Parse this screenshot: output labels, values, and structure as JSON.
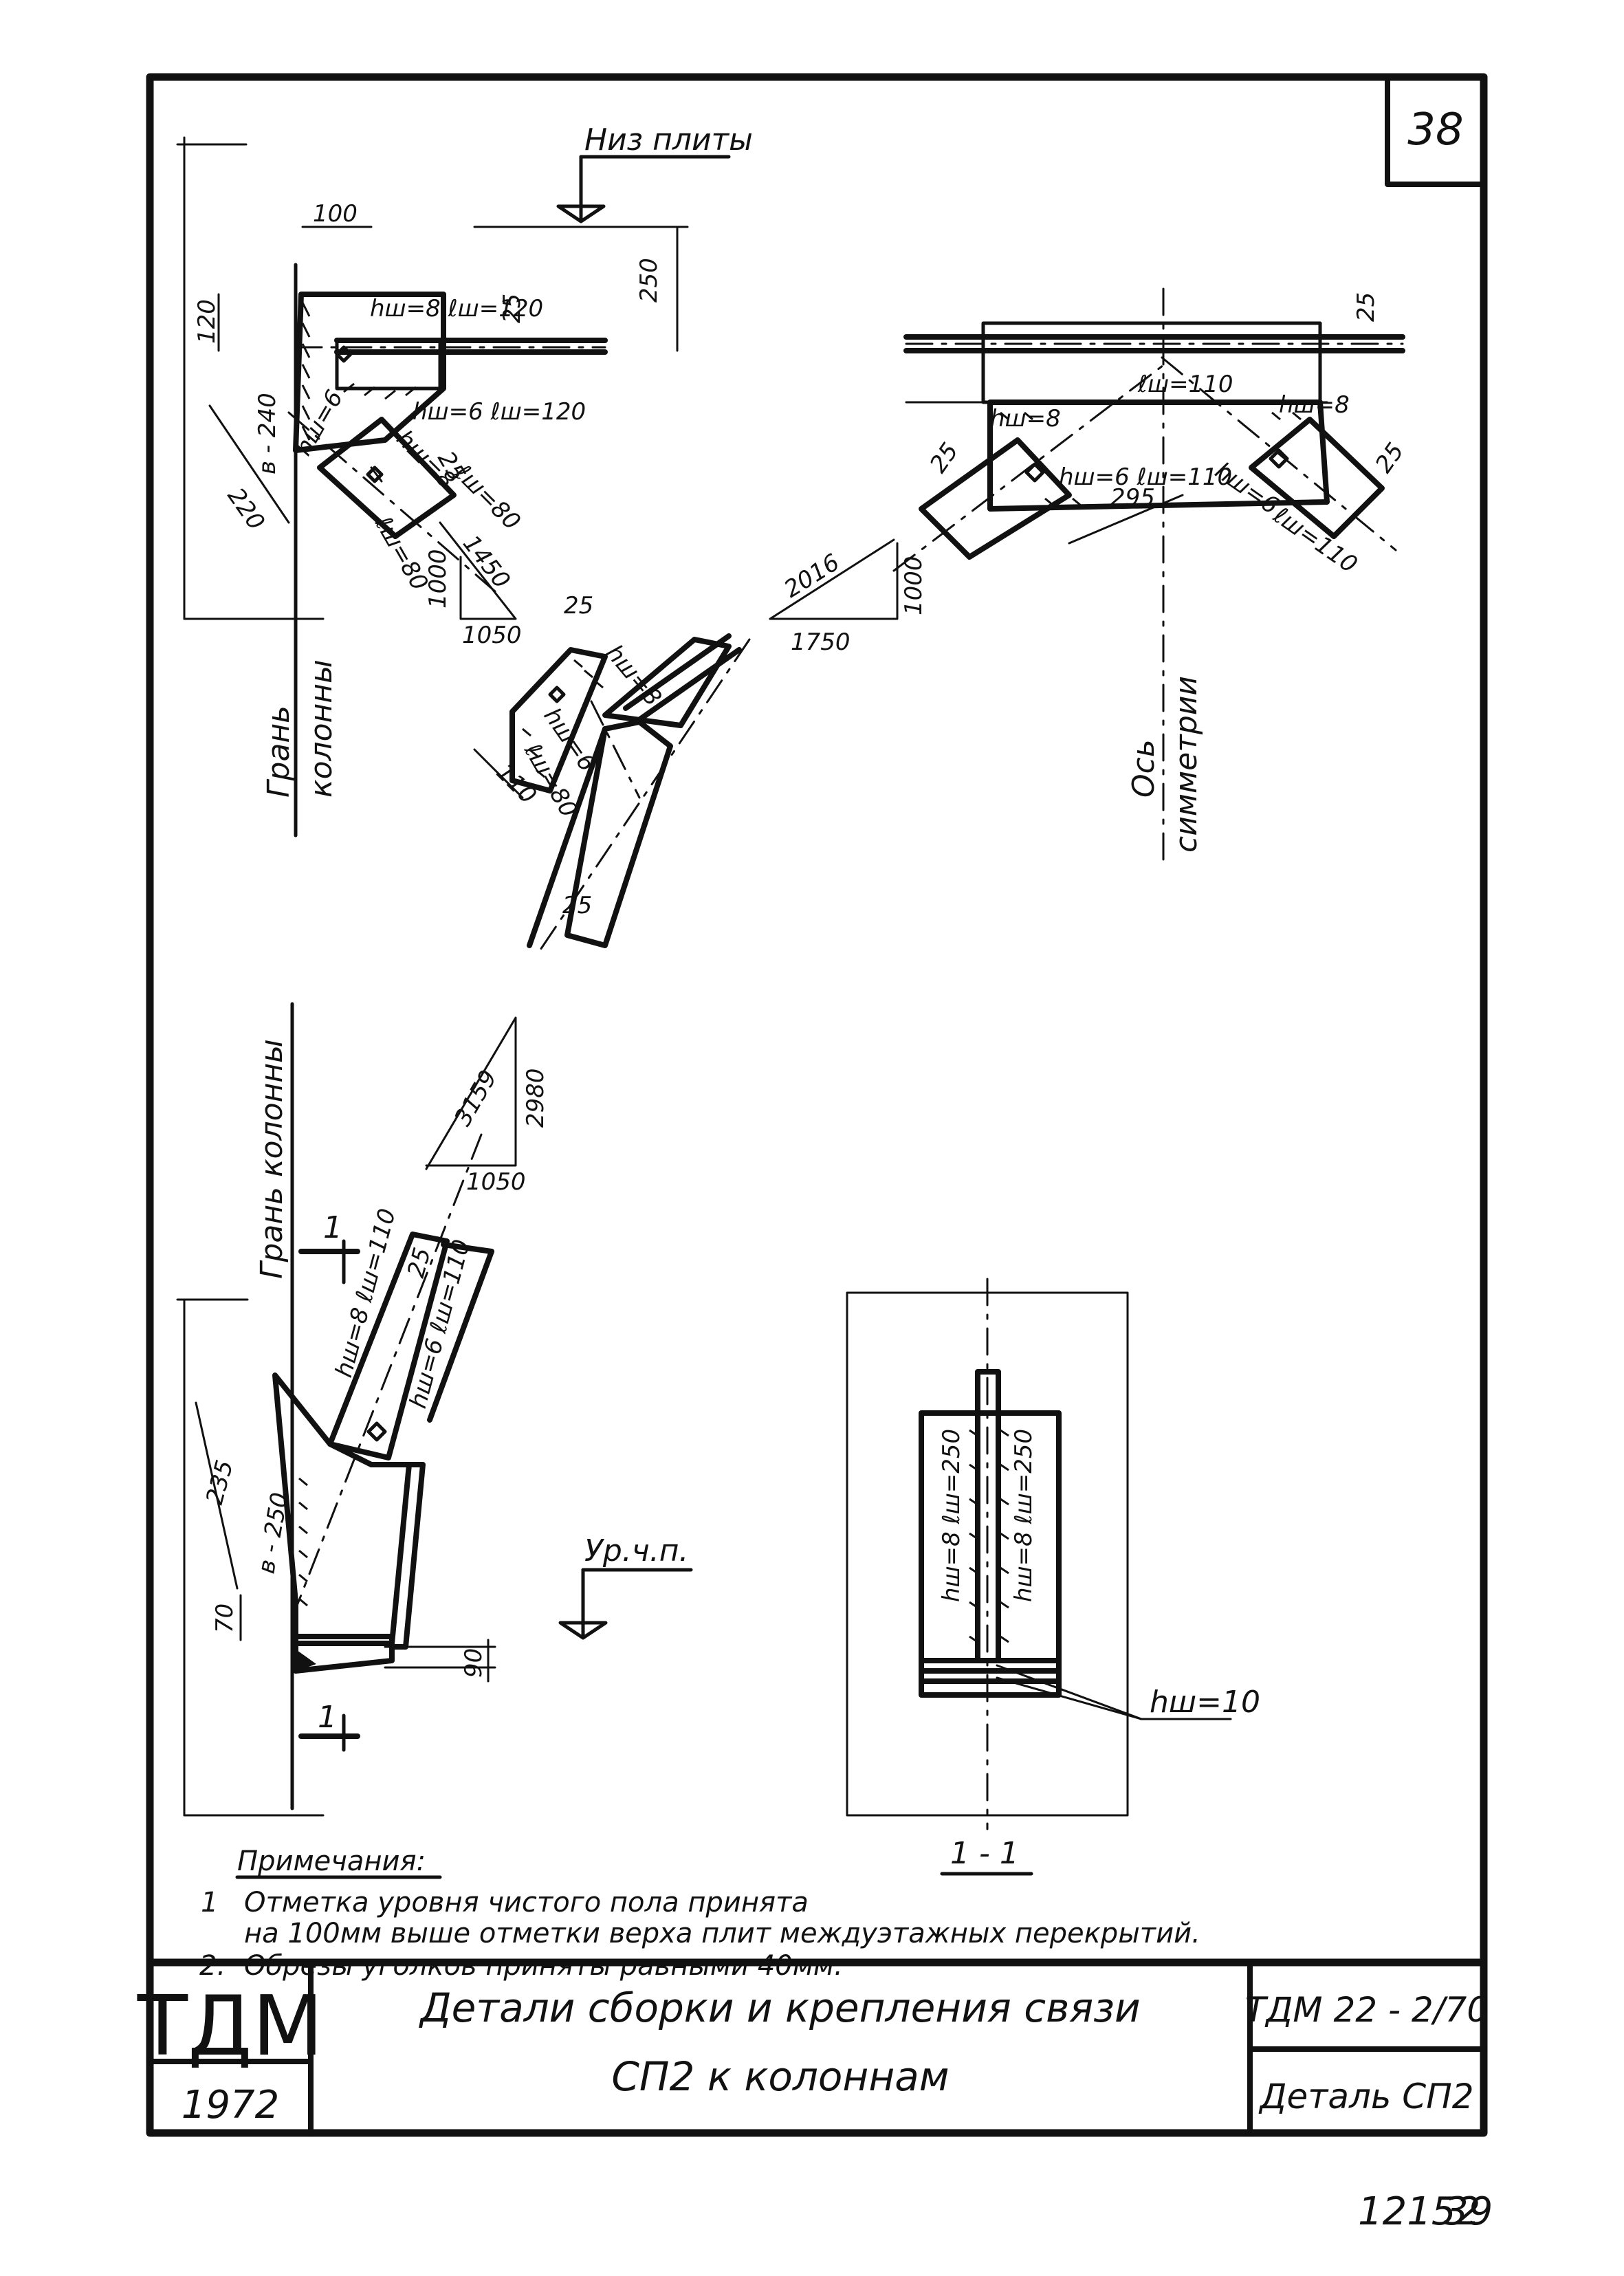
{
  "sheet": {
    "page_number": "38",
    "bottom_stamp_left": "12152",
    "bottom_stamp_right": "39"
  },
  "view_top_left": {
    "level_label": "Низ плиты",
    "dims": {
      "d100": "100",
      "d250": "250",
      "d120": "120",
      "d25a": "25",
      "weld_hw8_l120": "hш=8  ℓш=120",
      "weld_hw6_l120": "hш=6  ℓш=120",
      "plate_b240": "в - 240",
      "d220": "220",
      "weld_hw8": "hш=8",
      "weld_hw6": "hш=6",
      "weld_l80": "ℓш=80",
      "weld_l80b": "ℓш=80",
      "d25b": "25",
      "slope_hyp": "1450",
      "slope_rise": "1000",
      "slope_run": "1050"
    },
    "axis_label_line1": "Грань",
    "axis_label_line2": "колонны"
  },
  "view_center": {
    "dims": {
      "d25": "25",
      "weld_hw8": "hш=8",
      "weld_hw6": "hш=6",
      "weld_l80": "ℓш=80",
      "d110": "110",
      "d25b": "25"
    }
  },
  "view_top_right": {
    "dims": {
      "d25_top": "25",
      "weld_l110_top": "ℓш=110",
      "weld_hw8_l": "hш=8",
      "d25_left": "25",
      "weld_hw6_l110": "hш=6  ℓш=110",
      "d295": "295",
      "weld_hw8_r": "hш=8",
      "weld_hw6_r": "hш=6",
      "weld_l110_r": "ℓш=110",
      "d25_right": "25",
      "slope_hyp": "2016",
      "slope_rise": "1000",
      "slope_run": "1750"
    },
    "axis_label_line1": "Ось",
    "axis_label_line2": "симметрии"
  },
  "view_bottom_left": {
    "axis_label": "Грань колонны",
    "section_mark_top": "1",
    "section_mark_bottom": "1",
    "dims": {
      "slope_hyp": "3159",
      "slope_rise": "2980",
      "slope_run": "1050",
      "weld_hw8_l110": "hш=8  ℓш=110",
      "d25": "25",
      "weld_hw6_l110": "hш=6  ℓш=110",
      "d235": "235",
      "plate_b250": "в - 250",
      "d70": "70",
      "d90": "90"
    },
    "level_label": "Ур.ч.п."
  },
  "view_section": {
    "weld_left": "hш=8  ℓш=250",
    "weld_right": "hш=8  ℓш=250",
    "weld_bottom": "hш=10",
    "caption": "1 - 1"
  },
  "notes": {
    "heading": "Примечания:",
    "items": [
      {
        "num": "1",
        "line1": "Отметка уровня чистого пола принята",
        "line2": "на 100мм выше отметки верха плит междуэтажных перекрытий."
      },
      {
        "num": "2.",
        "line1": "Обрезы уголков приняты равными 40мм.",
        "line2": ""
      }
    ]
  },
  "title_block": {
    "brand": "ТДМ",
    "year": "1972",
    "title_line1": "Детали   сборки  и  крепления  связи",
    "title_line2": "СП2  к  колоннам",
    "code": "ТДМ 22 - 2/70",
    "detail": "Деталь СП2"
  }
}
